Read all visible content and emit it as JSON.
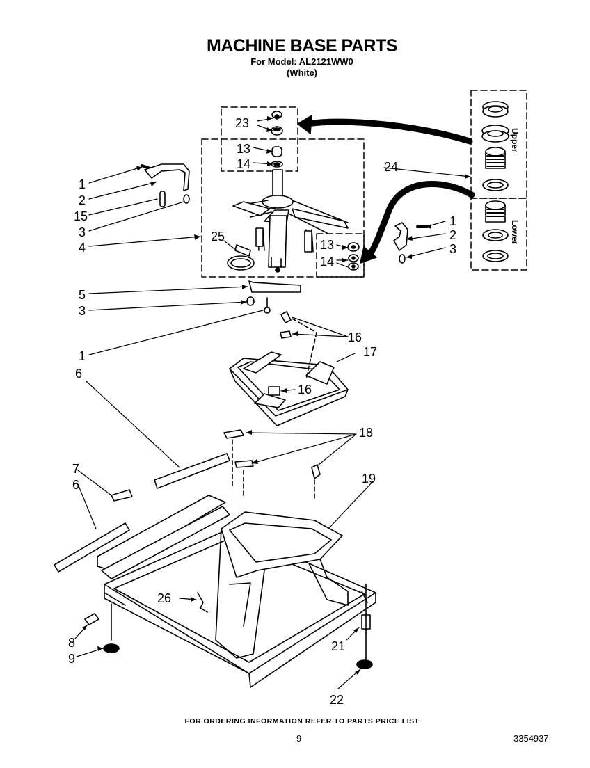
{
  "header": {
    "title": "MACHINE BASE PARTS",
    "model": "For Model: AL2121WW0",
    "color": "(White)"
  },
  "side_labels": {
    "upper": "Upper",
    "lower": "Lower"
  },
  "callouts": {
    "c1a": "1",
    "c2a": "2",
    "c15": "15",
    "c3a": "3",
    "c4": "4",
    "c23": "23",
    "c13a": "13",
    "c14a": "14",
    "c24": "24",
    "c25": "25",
    "c1b": "1",
    "c2b": "2",
    "c3b": "3",
    "c13b": "13",
    "c14b": "14",
    "c5": "5",
    "c3c": "3",
    "c1c": "1",
    "c16a": "16",
    "c16b": "16",
    "c17": "17",
    "c6a": "6",
    "c18": "18",
    "c7": "7",
    "c6b": "6",
    "c19": "19",
    "c26": "26",
    "c8": "8",
    "c9": "9",
    "c21": "21",
    "c22": "22"
  },
  "footer": {
    "ordering": "FOR ORDERING INFORMATION REFER TO PARTS PRICE LIST",
    "page": "9",
    "doc_number": "3354937"
  }
}
